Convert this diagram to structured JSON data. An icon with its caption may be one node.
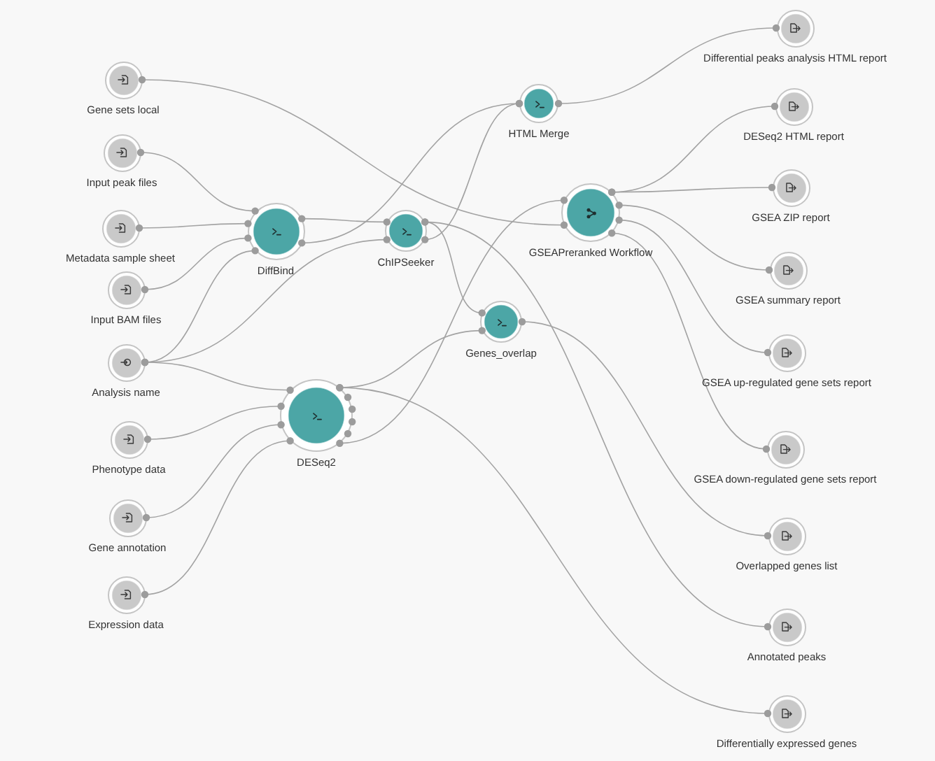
{
  "diagram": {
    "nodes": [
      {
        "text": [
          "Gene sets local"
        ]
      },
      {
        "text": [
          "Input peak files"
        ]
      },
      {
        "text": [
          "Metadata sample sheet"
        ]
      },
      {
        "text": [
          "Input BAM files"
        ]
      },
      {
        "text": [
          "Analysis name"
        ]
      },
      {
        "text": [
          "Phenotype data"
        ]
      },
      {
        "text": [
          "Gene annotation"
        ]
      },
      {
        "text": [
          "Expression data"
        ]
      },
      {
        "text": [
          "DiffBind"
        ]
      },
      {
        "text": [
          "ChIPSeeker"
        ]
      },
      {
        "text": [
          "DESeq2"
        ]
      },
      {
        "text": [
          "HTML Merge"
        ]
      },
      {
        "text": [
          "GSEAPreranked Workflow"
        ]
      },
      {
        "text": [
          "Genes_overlap"
        ]
      },
      {
        "text": [
          "Differential peaks analysis HTML report"
        ]
      },
      {
        "text": [
          "DESeq2 HTML report"
        ]
      },
      {
        "text": [
          "GSEA ZIP report"
        ]
      },
      {
        "text": [
          "GSEA summary report"
        ]
      },
      {
        "text": [
          "GSEA up-regulated gene sets report"
        ]
      },
      {
        "text": [
          "GSEA down-regulated gene sets report"
        ]
      },
      {
        "text": [
          "Overlapped genes list"
        ]
      },
      {
        "text": [
          "Annotated peaks"
        ]
      },
      {
        "text": [
          "Differentially expressed genes"
        ]
      }
    ],
    "edges": [
      {
        "from": 0,
        "to": 12,
        "arrow": "other"
      },
      {
        "from": 1,
        "to": 8,
        "arrow": "other"
      },
      {
        "from": 2,
        "to": 8,
        "arrow": "other"
      },
      {
        "from": 3,
        "to": 8,
        "arrow": "other"
      },
      {
        "from": 4,
        "to": 8,
        "arrow": "other"
      },
      {
        "from": 4,
        "to": 9,
        "arrow": "other"
      },
      {
        "from": 4,
        "to": 10,
        "arrow": "other"
      },
      {
        "from": 5,
        "to": 10,
        "arrow": "other"
      },
      {
        "from": 6,
        "to": 10,
        "arrow": "other"
      },
      {
        "from": 7,
        "to": 10,
        "arrow": "other"
      },
      {
        "from": 8,
        "to": 9,
        "arrow": "other"
      },
      {
        "from": 8,
        "to": 11,
        "arrow": "other"
      },
      {
        "from": 9,
        "to": 11,
        "arrow": "other"
      },
      {
        "from": 9,
        "to": 13,
        "arrow": "other"
      },
      {
        "from": 9,
        "to": 21,
        "arrow": "other"
      },
      {
        "from": 10,
        "to": 13,
        "arrow": "other"
      },
      {
        "from": 10,
        "to": 12,
        "arrow": "other"
      },
      {
        "from": 10,
        "to": 22,
        "arrow": "other"
      },
      {
        "from": 11,
        "to": 14,
        "arrow": "other"
      },
      {
        "from": 12,
        "to": 15,
        "arrow": "other"
      },
      {
        "from": 12,
        "to": 16,
        "arrow": "other"
      },
      {
        "from": 12,
        "to": 17,
        "arrow": "other"
      },
      {
        "from": 12,
        "to": 18,
        "arrow": "other"
      },
      {
        "from": 12,
        "to": 19,
        "arrow": "other"
      },
      {
        "from": 13,
        "to": 20,
        "arrow": "other"
      }
    ]
  }
}
